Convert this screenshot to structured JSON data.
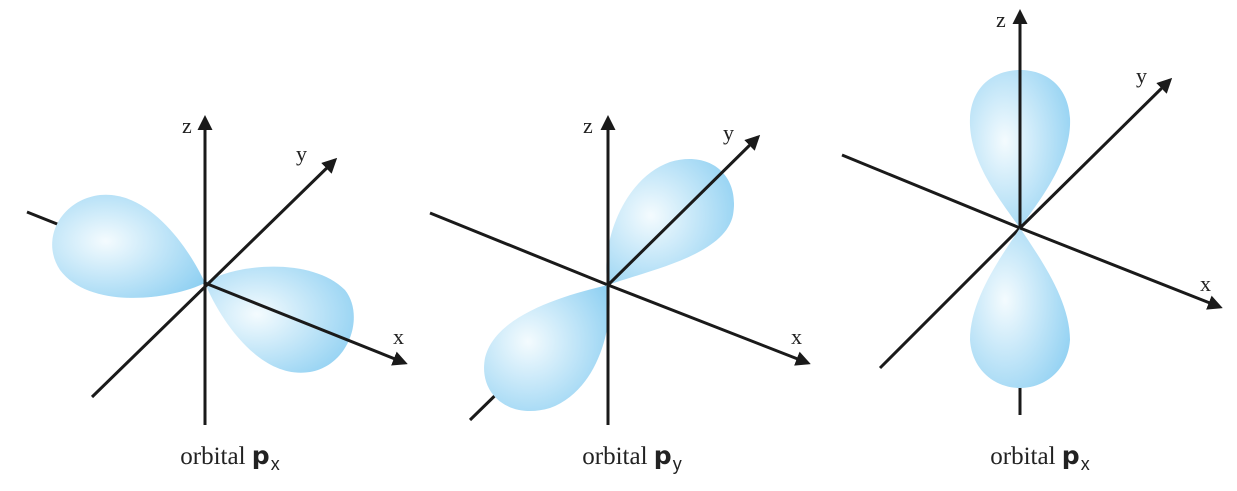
{
  "colors": {
    "lobe_fill": "#8fd0f2",
    "lobe_highlight": "#f4fbfe",
    "axis": "#1a1a1a"
  },
  "panels": [
    {
      "axes": {
        "x": "x",
        "y": "y",
        "z": "z"
      },
      "caption": {
        "prefix": "orbital",
        "symbol": "p",
        "subscript": "x"
      }
    },
    {
      "axes": {
        "x": "x",
        "y": "y",
        "z": "z"
      },
      "caption": {
        "prefix": "orbital",
        "symbol": "p",
        "subscript": "y"
      }
    },
    {
      "axes": {
        "x": "x",
        "y": "y",
        "z": "z"
      },
      "caption": {
        "prefix": "orbital",
        "symbol": "p",
        "subscript": "x"
      }
    }
  ]
}
